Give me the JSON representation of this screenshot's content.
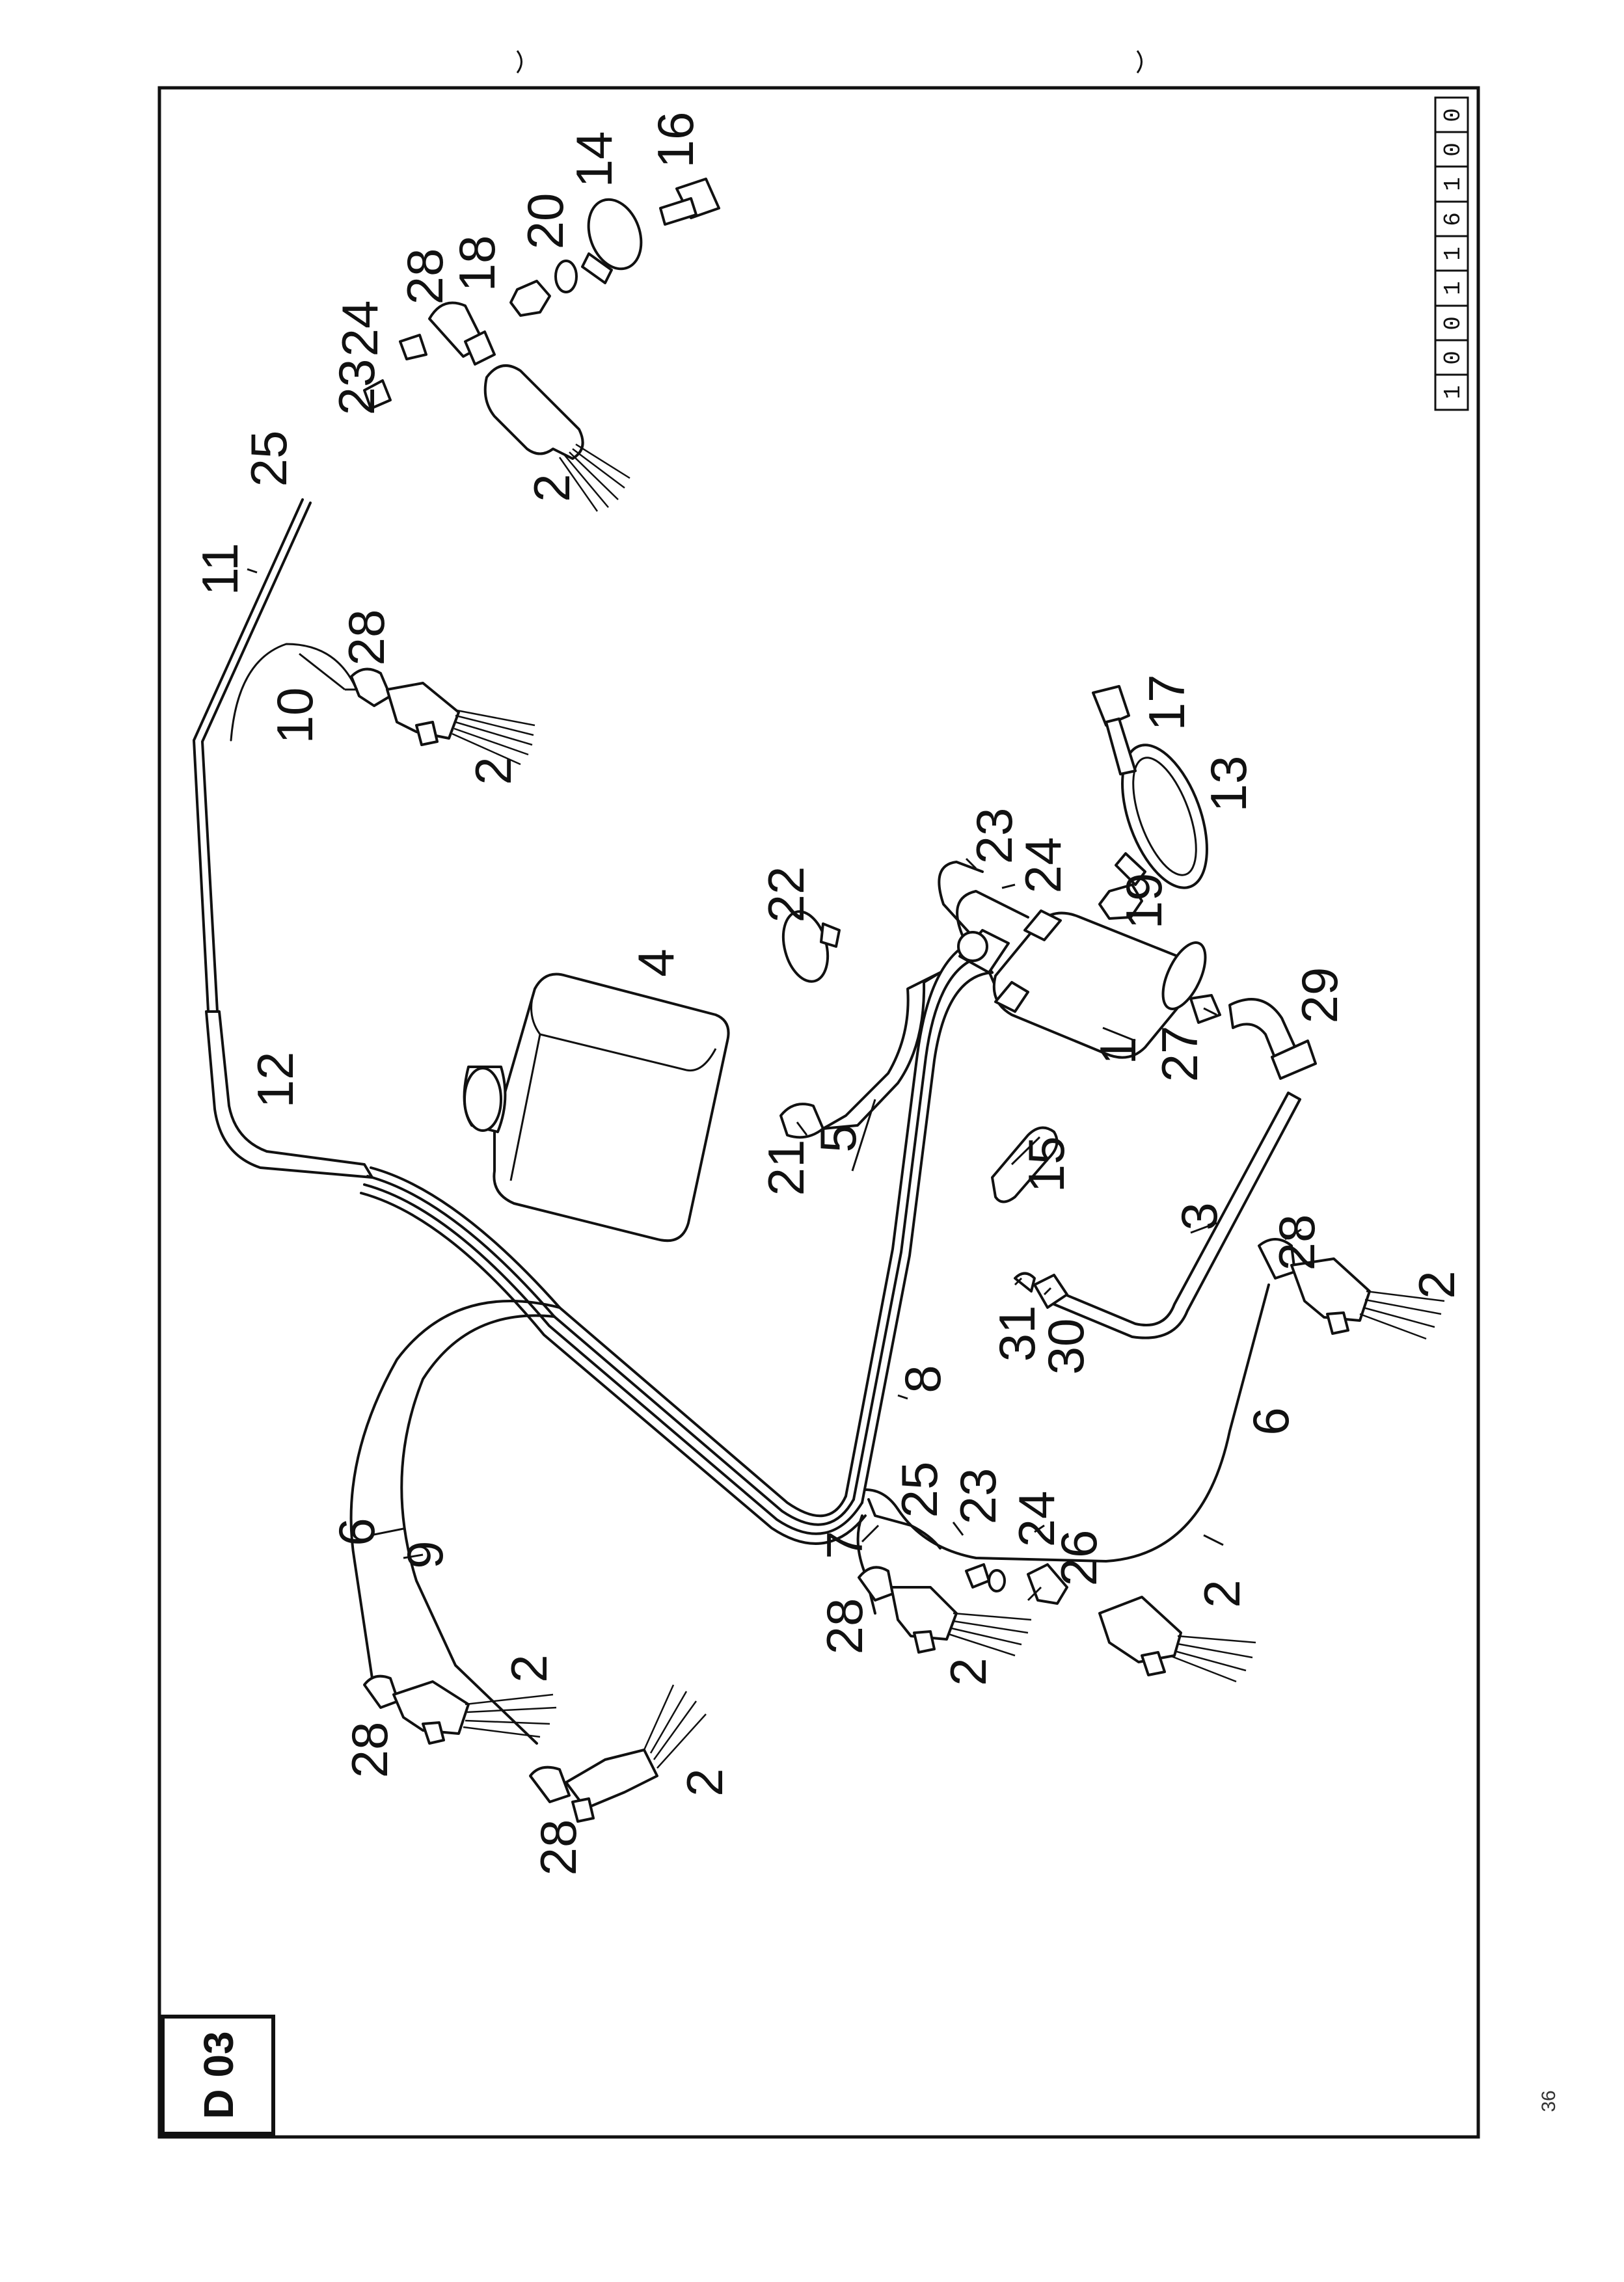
{
  "section": {
    "label": "D 03"
  },
  "catalogue_number": {
    "digits": [
      "1",
      "0",
      "0",
      "1",
      "1",
      "6",
      "1",
      "0",
      "0"
    ]
  },
  "page_number": "36",
  "callouts": {
    "c1": "1",
    "c2": "2",
    "c3": "3",
    "c4": "4",
    "c5": "5",
    "c6": "6",
    "c7": "7",
    "c8": "8",
    "c9": "9",
    "c10": "10",
    "c11": "11",
    "c12": "12",
    "c13": "13",
    "c14": "14",
    "c15": "15",
    "c16": "16",
    "c17": "17",
    "c18": "18",
    "c19": "19",
    "c20": "20",
    "c21": "21",
    "c22": "22",
    "c23": "23",
    "c24": "24",
    "c25": "25",
    "c26": "26",
    "c27": "27",
    "c28": "28",
    "c29": "29",
    "c30": "30",
    "c31": "31"
  }
}
